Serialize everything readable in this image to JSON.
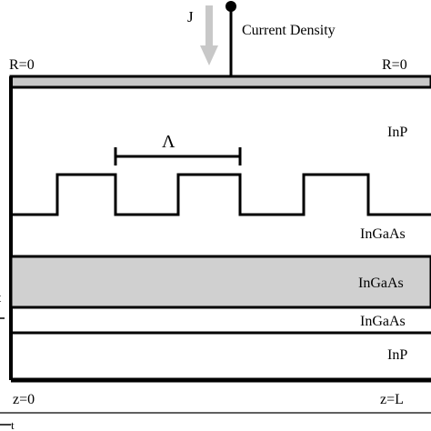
{
  "current": {
    "symbol": "J",
    "label": "Current Density"
  },
  "reflectivity": {
    "left": "R=0",
    "right": "R=0"
  },
  "layers": {
    "top_clad": "InP",
    "grating_layer": "InGaAs",
    "active": "InGaAs",
    "lower_layer": "InGaAs",
    "substrate": "InP"
  },
  "grating": {
    "period_symbol": "Λ"
  },
  "z_axis": {
    "start": "z=0",
    "end": "z=L"
  },
  "edge_labels": {
    "t_left": "t",
    "t_bottom": "t"
  },
  "colors": {
    "outline": "#000000",
    "shaded_layer": "#d0d0d0",
    "arrow": "#bdbdbd"
  }
}
